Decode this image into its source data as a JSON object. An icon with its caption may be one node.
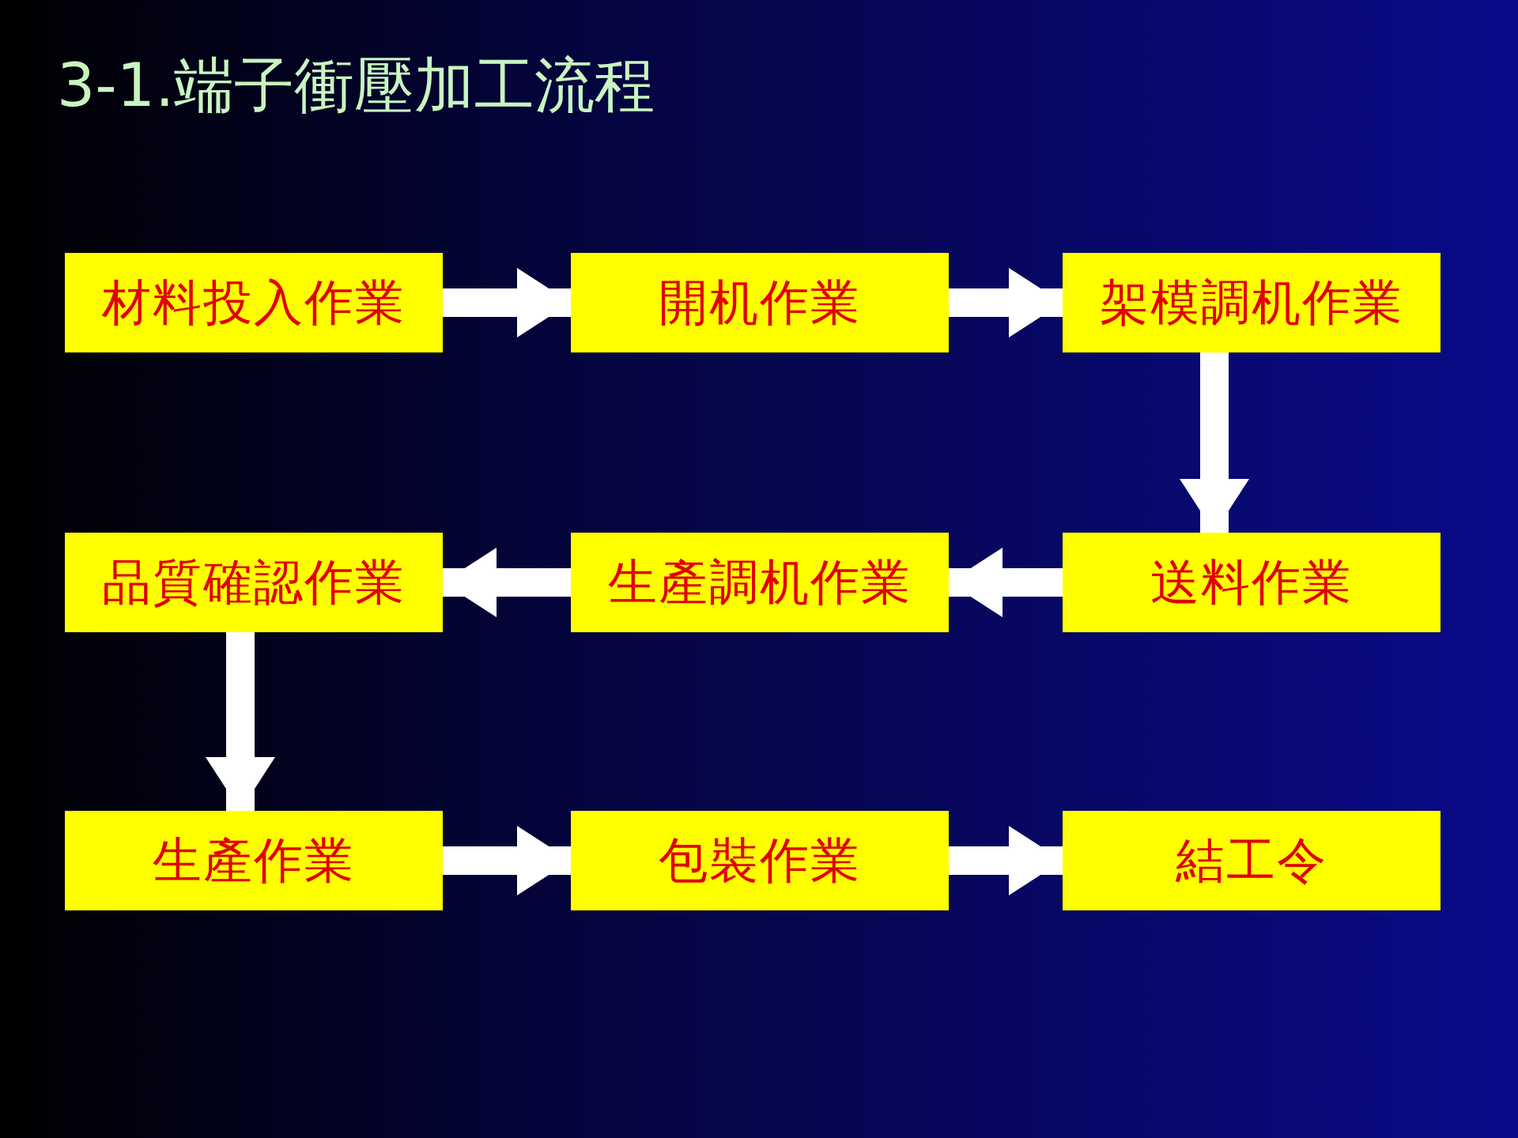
{
  "diagram": {
    "title": "3-1.端子衝壓加工流程",
    "nodes": [
      {
        "text": [
          "材料投入作業"
        ]
      },
      {
        "text": [
          "開机作業"
        ]
      },
      {
        "text": [
          "架模調机作業"
        ]
      },
      {
        "text": [
          "送料作業"
        ]
      },
      {
        "text": [
          "生產調机作業"
        ]
      },
      {
        "text": [
          "品質確認作業"
        ]
      },
      {
        "text": [
          "生產作業"
        ]
      },
      {
        "text": [
          "包裝作業"
        ]
      },
      {
        "text": [
          "結工令"
        ]
      }
    ],
    "edges": [
      {
        "from": 0,
        "to": 1,
        "arrow": "to"
      },
      {
        "from": 1,
        "to": 2,
        "arrow": "to"
      },
      {
        "from": 2,
        "to": 3,
        "arrow": "to"
      },
      {
        "from": 3,
        "to": 4,
        "arrow": "to"
      },
      {
        "from": 4,
        "to": 5,
        "arrow": "to"
      },
      {
        "from": 5,
        "to": 6,
        "arrow": "to"
      },
      {
        "from": 6,
        "to": 7,
        "arrow": "to"
      },
      {
        "from": 7,
        "to": 8,
        "arrow": "to"
      }
    ]
  }
}
